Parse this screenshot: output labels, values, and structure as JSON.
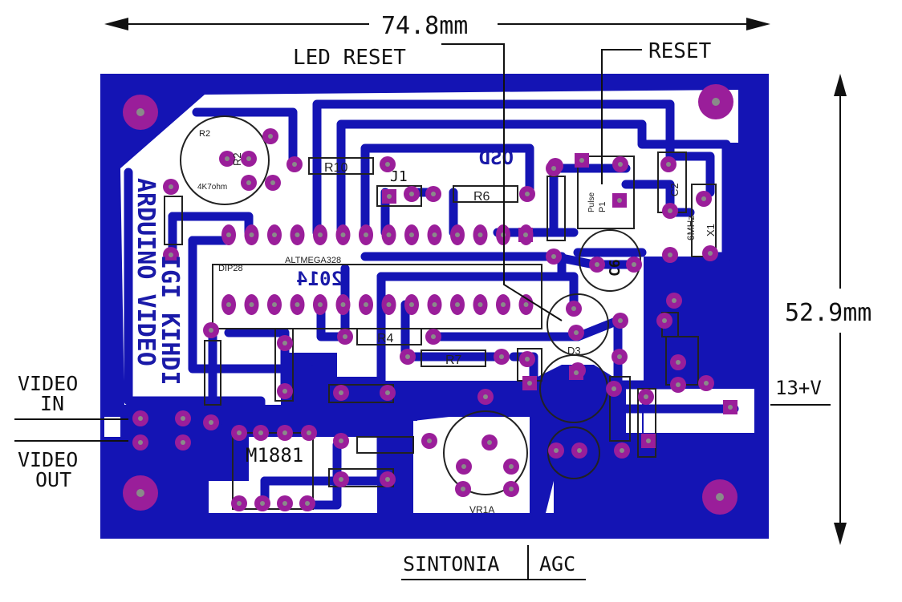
{
  "dimensions": {
    "width": "74.8mm",
    "height": "52.9mm"
  },
  "labels": {
    "led_reset": "LED RESET",
    "reset": "RESET",
    "video_in_line1": "VIDEO",
    "video_in_line2": "IN",
    "video_out_line1": "VIDEO",
    "video_out_line2": "OUT",
    "power": "13+V",
    "sintonia": "SINTONIA",
    "agc": "AGC"
  },
  "board_text": {
    "brand_vertical_1": "ARDUINO VIDEO",
    "brand_vertical_2": "IGI KIHDI",
    "osd": "OSD",
    "year": "2014",
    "chip_name": "ALTMEGA328",
    "package": "DIP28",
    "lm1881": "M1881",
    "r2_label": "R2",
    "r2_value": "4K7ohm",
    "r6": "R6",
    "r7": "R7",
    "r10": "R10",
    "r4": "R4",
    "c2": "C2",
    "c6": "C6",
    "x1": "X1",
    "p1": "P1",
    "pulse": "Pulse",
    "j1": "J1",
    "d3": "D3",
    "freq": "6MHz",
    "vr1a": "VR1A"
  },
  "colors": {
    "copper": "#1414b4",
    "pad": "#9a1e9a",
    "drill": "#8a8a8a",
    "silkscreen": "#222222",
    "background": "#ffffff"
  }
}
